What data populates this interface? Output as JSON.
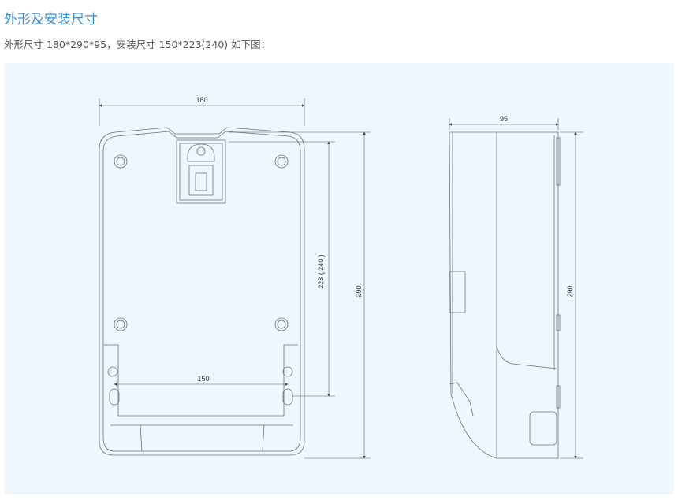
{
  "heading": "外形及安装尺寸",
  "description": "外形尺寸 180*290*95，安装尺寸 150*223(240) 如下图：",
  "front_view": {
    "width_label": "180",
    "height_label": "290",
    "mount_height_label": "223 ( 240 )",
    "mount_width_label": "150"
  },
  "side_view": {
    "depth_label": "95",
    "height_label": "290"
  }
}
